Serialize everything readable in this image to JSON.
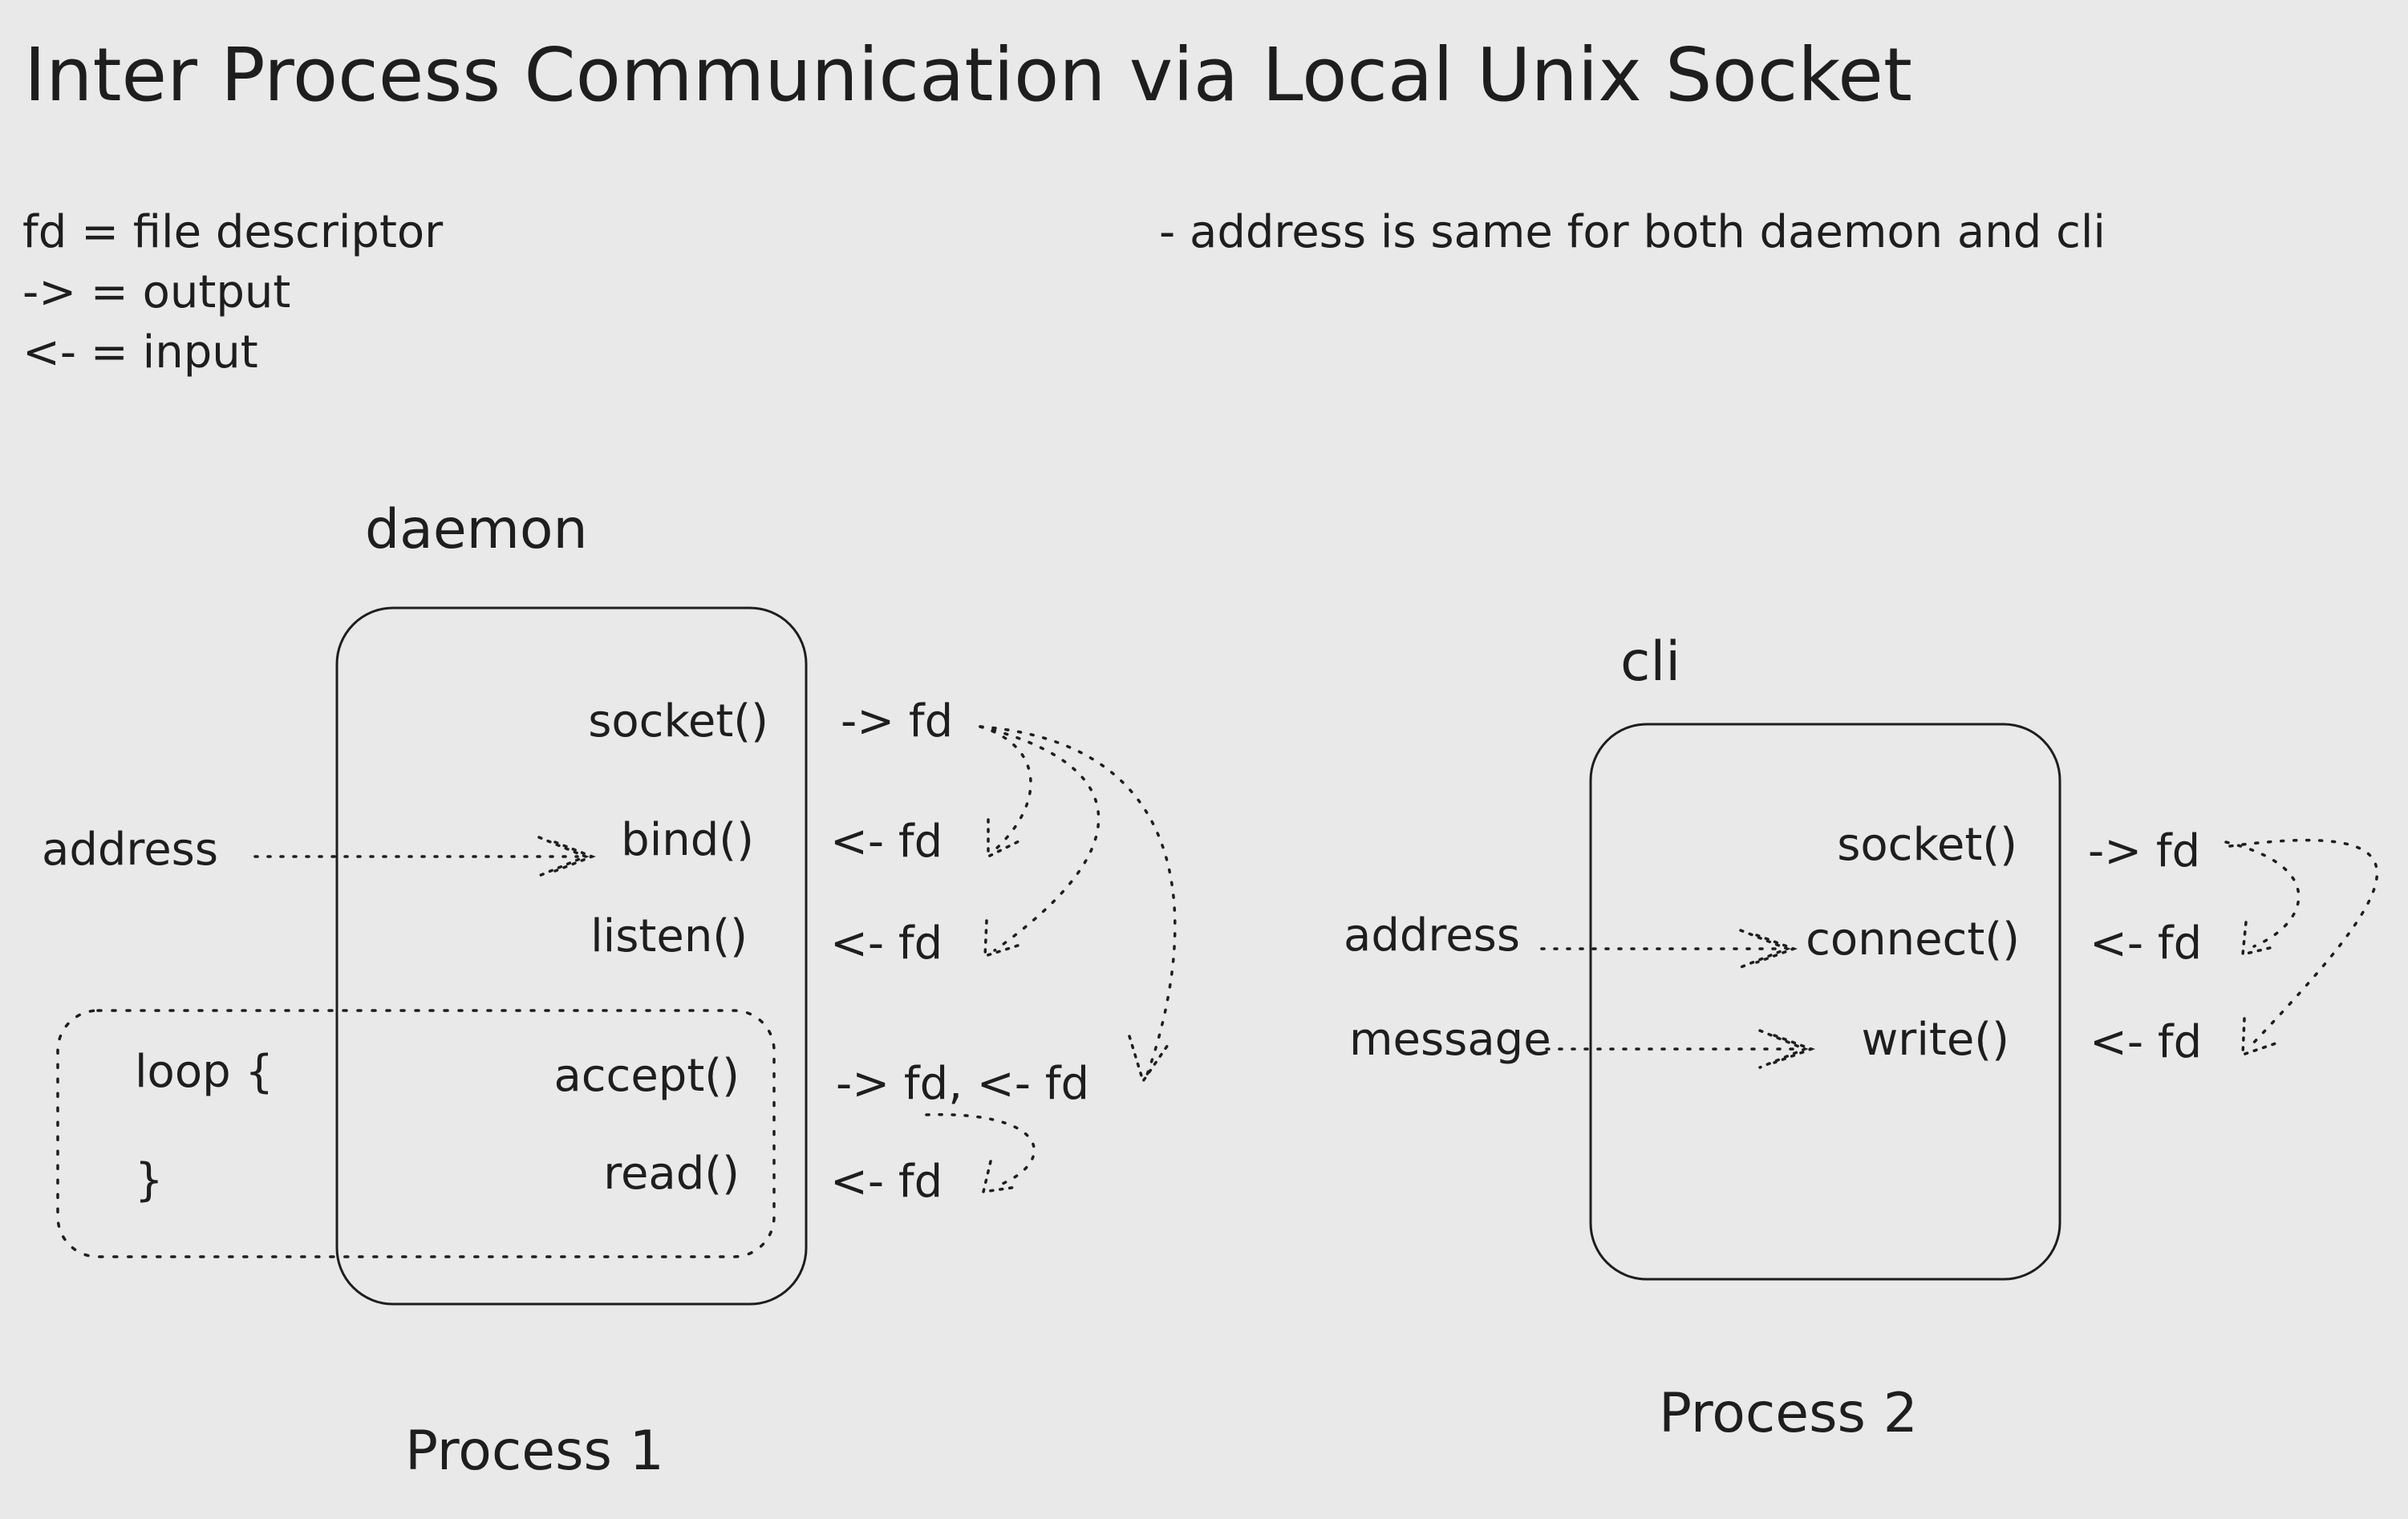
{
  "title": "Inter Process Communication via Local Unix Socket",
  "legend": {
    "fd": "fd = file descriptor",
    "output": "-> = output",
    "input": "<- = input"
  },
  "note": "- address is same for both daemon and cli",
  "daemon": {
    "name": "daemon",
    "process_label": "Process 1",
    "address_label": "address",
    "calls": {
      "socket": "socket()",
      "bind": "bind()",
      "listen": "listen()",
      "accept": "accept()",
      "read": "read()"
    },
    "fds": {
      "socket": "-> fd",
      "bind": "<- fd",
      "listen": "<- fd",
      "accept": "-> fd, <- fd",
      "read": "<- fd"
    },
    "loop_open": "loop {",
    "loop_close": "}"
  },
  "cli": {
    "name": "cli",
    "process_label": "Process 2",
    "address_label": "address",
    "message_label": "message",
    "calls": {
      "socket": "socket()",
      "connect": "connect()",
      "write": "write()"
    },
    "fds": {
      "socket": "-> fd",
      "connect": "<- fd",
      "write": "<- fd"
    }
  }
}
